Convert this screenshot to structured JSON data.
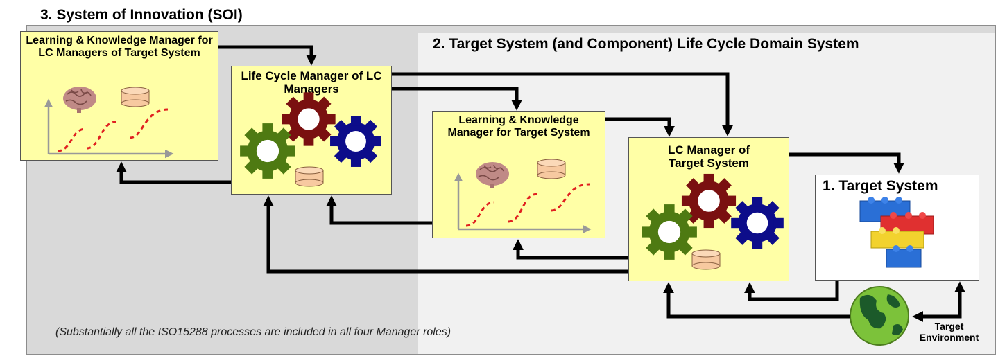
{
  "soi": {
    "title": "3.  System of Innovation (SOI)"
  },
  "lc_domain": {
    "title": "2.  Target System (and Component)  Life Cycle Domain System"
  },
  "boxes": {
    "lk_lc": {
      "title": "Learning & Knowledge Manager for LC Managers of Target System"
    },
    "lcm_lc": {
      "title": "Life Cycle Manager of LC Managers"
    },
    "lk_ts": {
      "title": "Learning & Knowledge Manager for Target System"
    },
    "lcm_ts": {
      "title": "LC Manager of Target System"
    },
    "ts": {
      "title": "1. Target System"
    }
  },
  "environment": {
    "label": "Target Environment"
  },
  "note": "(Substantially all the ISO15288 processes are included in all four Manager roles)",
  "colors": {
    "manager_box": "#ffffa6",
    "soi_background": "#d9d9d9",
    "domain_background": "#f1f1f1",
    "gear_green": "#4e7a12",
    "gear_red": "#7a1010",
    "gear_blue": "#0d0d8a",
    "database": "#f7c9a0",
    "curve": "#e02020"
  }
}
